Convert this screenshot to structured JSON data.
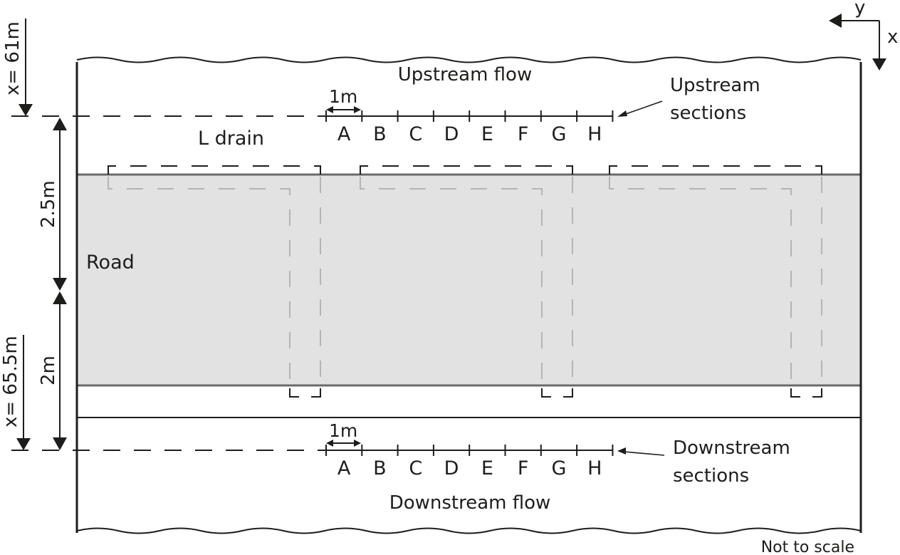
{
  "diagram": {
    "title": "Road cross-drain layout (plan view)",
    "axes": {
      "x_label": "x",
      "y_label": "y"
    },
    "labels": {
      "upstream_flow": "Upstream flow",
      "downstream_flow": "Downstream flow",
      "upstream_sections_line1": "Upstream",
      "upstream_sections_line2": "sections",
      "downstream_sections_line1": "Downstream",
      "downstream_sections_line2": "sections",
      "l_drain": "L drain",
      "road": "Road",
      "not_to_scale": "Not to scale",
      "x_upstream": "x= 61m",
      "x_downstream": "x= 65.5m",
      "dim_upstream": "2.5m",
      "dim_downstream": "2m",
      "spacing_upstream": "1m",
      "spacing_downstream": "1m"
    },
    "sections": [
      "A",
      "B",
      "C",
      "D",
      "E",
      "F",
      "G",
      "H"
    ],
    "section_spacing_m": 1,
    "colors": {
      "ink": "#1d1d1b",
      "road_fill": "#e2e2e2",
      "road_edge": "#6b6b6b",
      "hidden_drain": "#b4b4b4"
    },
    "drain_count": 3
  }
}
